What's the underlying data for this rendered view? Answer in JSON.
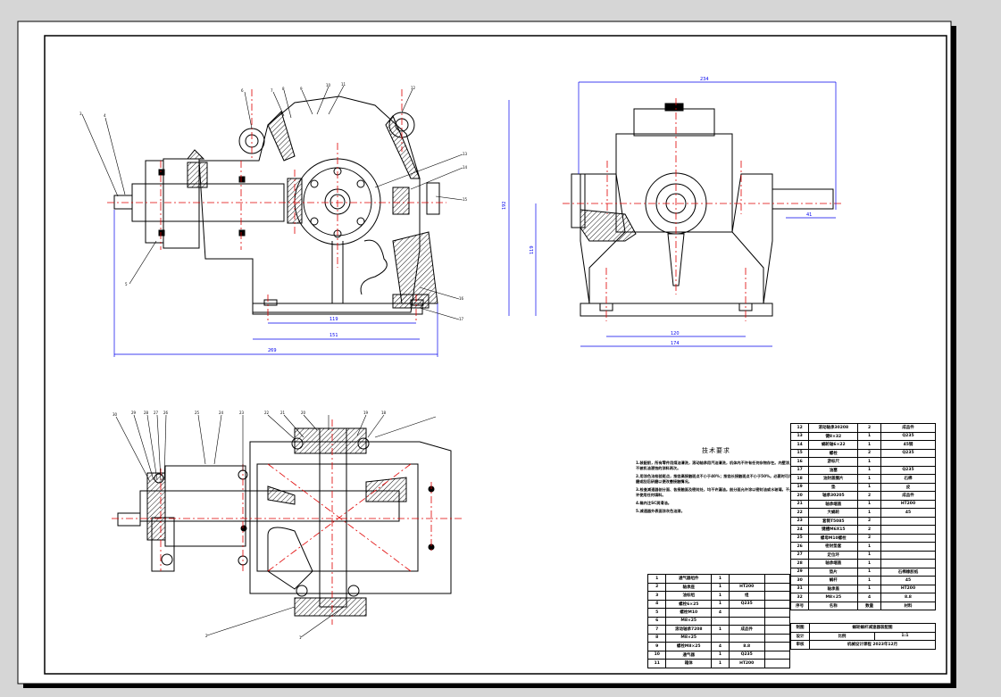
{
  "drawing": {
    "type": "engineering-drawing",
    "subject": "worm gear reducer assembly"
  },
  "dimensions": {
    "front_view": [
      "119",
      "151",
      "269"
    ],
    "side_view": [
      "234",
      "192",
      "119",
      "41",
      "120",
      "174"
    ]
  },
  "part_balloons": {
    "front_view": [
      "3",
      "4",
      "5",
      "6",
      "7",
      "8",
      "9",
      "10",
      "11",
      "12",
      "13",
      "14",
      "15",
      "16",
      "17"
    ],
    "top_view": [
      "30",
      "29",
      "28",
      "27",
      "26",
      "25",
      "24",
      "23",
      "22",
      "21",
      "20",
      "19",
      "18",
      "2",
      "1"
    ]
  },
  "tech_notes": {
    "title": "技术要求",
    "items": [
      "1.装配前，所有零件用煤油清洗，滚动轴承用汽油清洗，机体内不许有任何杂物存在。内壁涂上不被机油浸蚀的涂料两次。",
      "2.用涂色法检验斑点，按齿高接触斑点不小于40%；按齿长接触斑点不小于50%。必要时可用研磨或刮后研磨以便改善接触情况。",
      "3.检查减速器剖分面、各接触面及密封处，均不许漏油。剖分面允许涂以密封油或水玻璃，不允许使用任何填料。",
      "4.箱内注SC润滑油。",
      "5.减速器外表面涂灰色油漆。"
    ]
  },
  "bom_right": {
    "rows": [
      {
        "no": "12",
        "name": "滚动轴承30208",
        "qty": "2",
        "material": "成品件"
      },
      {
        "no": "13",
        "name": "键8×32",
        "qty": "1",
        "material": "Q235"
      },
      {
        "no": "14",
        "name": "蜗轮轴6×22",
        "qty": "1",
        "material": "45钢"
      },
      {
        "no": "15",
        "name": "螺栓",
        "qty": "2",
        "material": "Q235"
      },
      {
        "no": "16",
        "name": "游标尺",
        "qty": "1",
        "material": ""
      },
      {
        "no": "17",
        "name": "油塞",
        "qty": "1",
        "material": "Q235"
      },
      {
        "no": "18",
        "name": "油封盖圈片",
        "qty": "1",
        "material": "石棉"
      },
      {
        "no": "19",
        "name": "垫",
        "qty": "1",
        "material": "皮"
      },
      {
        "no": "20",
        "name": "轴承30205",
        "qty": "2",
        "material": "成品件"
      },
      {
        "no": "21",
        "name": "轴承端盖",
        "qty": "1",
        "material": "HT200"
      },
      {
        "no": "22",
        "name": "大蜗轮",
        "qty": "1",
        "material": "45"
      },
      {
        "no": "23",
        "name": "套筒T5085",
        "qty": "2",
        "material": ""
      },
      {
        "no": "24",
        "name": "键槽M6X15",
        "qty": "2",
        "material": ""
      },
      {
        "no": "25",
        "name": "螺母M10螺栓",
        "qty": "2",
        "material": ""
      },
      {
        "no": "26",
        "name": "密封垫套",
        "qty": "1",
        "material": ""
      },
      {
        "no": "27",
        "name": "定位环",
        "qty": "1",
        "material": ""
      },
      {
        "no": "28",
        "name": "轴承端盖",
        "qty": "1",
        "material": ""
      },
      {
        "no": "29",
        "name": "垫片",
        "qty": "1",
        "material": "石棉橡胶纸"
      },
      {
        "no": "30",
        "name": "蜗杆",
        "qty": "1",
        "material": "45"
      },
      {
        "no": "31",
        "name": "轴承盖",
        "qty": "1",
        "material": "HT200"
      },
      {
        "no": "32",
        "name": "M8×25",
        "qty": "4",
        "material": "8.8"
      }
    ],
    "header": {
      "no": "序号",
      "name": "名称",
      "qty": "数量",
      "material": "材料"
    },
    "title_block": {
      "row1_label": "制图",
      "row1_value": "蜗轮蜗杆减速器装配图",
      "row2_label": "设计",
      "row2_mid": "比例",
      "row2_value": "1:1",
      "row3_label": "审核",
      "row3_value": "机械设计课程  2023年12月"
    }
  },
  "bom_left": {
    "rows": [
      {
        "no": "1",
        "name": "通气器组件",
        "qty": "1",
        "spec": "",
        "material": ""
      },
      {
        "no": "2",
        "name": "轴承座",
        "qty": "1",
        "spec": "HT200",
        "material": ""
      },
      {
        "no": "3",
        "name": "油标组",
        "qty": "1",
        "spec": "组",
        "material": ""
      },
      {
        "no": "4",
        "name": "螺栓6×25",
        "qty": "1",
        "spec": "Q235",
        "material": ""
      },
      {
        "no": "5",
        "name": "螺栓M10",
        "qty": "4",
        "spec": "",
        "material": ""
      },
      {
        "no": "6",
        "name": "M8×25",
        "qty": "",
        "spec": "",
        "material": ""
      },
      {
        "no": "7",
        "name": "滚动轴承7208",
        "qty": "1",
        "spec": "成品件",
        "material": ""
      },
      {
        "no": "8",
        "name": "M8×25",
        "qty": "",
        "spec": "",
        "material": ""
      },
      {
        "no": "9",
        "name": "螺栓M8×25",
        "qty": "4",
        "spec": "8.8",
        "material": ""
      },
      {
        "no": "10",
        "name": "通气器",
        "qty": "1",
        "spec": "Q235",
        "material": ""
      },
      {
        "no": "11",
        "name": "箱体",
        "qty": "1",
        "spec": "HT200",
        "material": ""
      }
    ]
  }
}
